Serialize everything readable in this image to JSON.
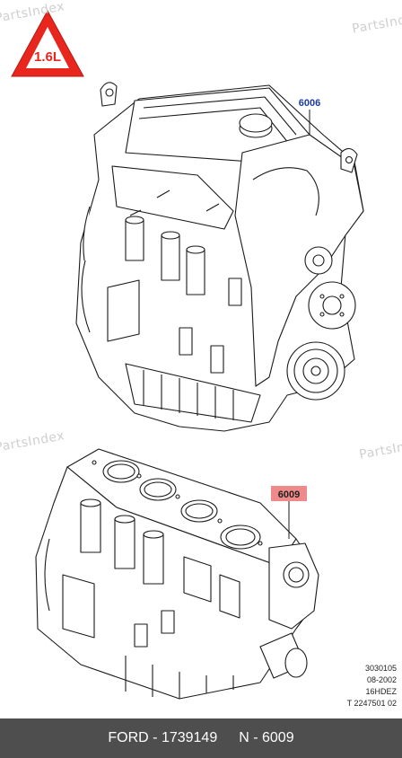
{
  "warning_badge": {
    "text": "1.6L",
    "fill": "#e8261e"
  },
  "watermark": {
    "text": "PartsIndex"
  },
  "callouts": [
    {
      "label": "6006",
      "color": "#1a3aa6"
    },
    {
      "label": "6009",
      "color": "#222222",
      "highlight": "#f08a8a"
    }
  ],
  "ref_code": [
    "3030105",
    "08-2002",
    "16HDEZ",
    "T 2247501 02"
  ],
  "footer": {
    "left": "FORD - 1739149",
    "right": "N - 6009",
    "background": "#4e4e4e"
  }
}
